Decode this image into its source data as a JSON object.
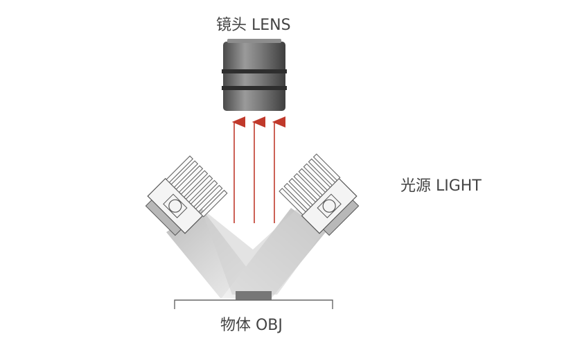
{
  "labels": {
    "lens": "镜头 LENS",
    "light": "光源 LIGHT",
    "object": "物体 OBJ"
  },
  "colors": {
    "arrow": "#c0392b",
    "lens_body": "#6b6b6b",
    "light_beam": "#c8c8c8",
    "heatsink": "#888888",
    "object": "#777777",
    "stage_line": "#666666"
  },
  "icons": {
    "lens": "camera-lens-icon",
    "light": "led-light-source-icon",
    "object": "object-block-icon"
  }
}
